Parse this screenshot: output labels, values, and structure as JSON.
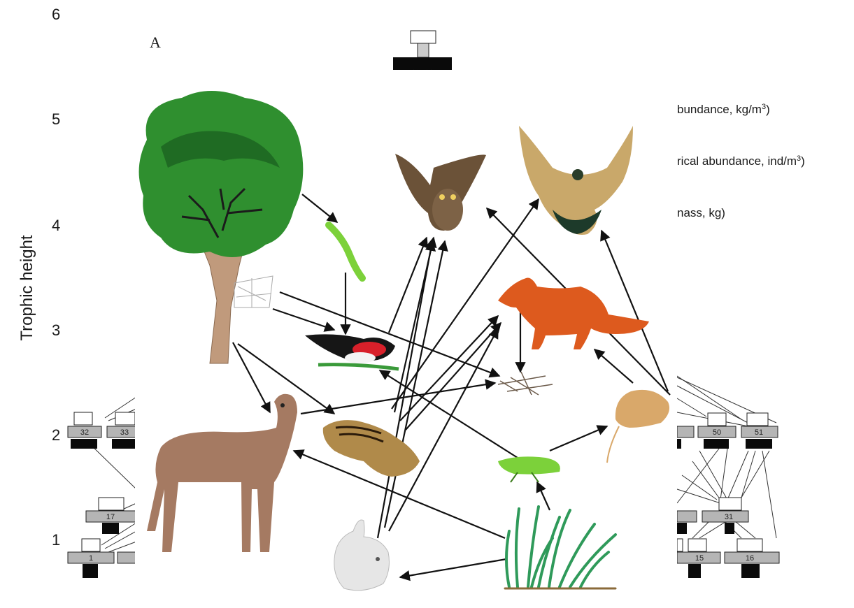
{
  "figure": {
    "panel_label": "A",
    "y_axis": {
      "label": "Trophic height",
      "ticks": [
        "1",
        "2",
        "3",
        "4",
        "5",
        "6"
      ]
    },
    "legend": [
      {
        "prefix": "bundance, kg/m",
        "sup": "3",
        "suffix": ")"
      },
      {
        "prefix": "rical abundance, ind/m",
        "sup": "3",
        "suffix": ")"
      },
      {
        "prefix": "nass, kg)",
        "sup": "",
        "suffix": ""
      }
    ],
    "node_labels": [
      "32",
      "33",
      "17",
      "1",
      "50",
      "51",
      "31",
      "15",
      "16"
    ]
  },
  "organisms": [
    {
      "id": "tree",
      "icon": "tree-icon"
    },
    {
      "id": "caterpillar",
      "icon": "caterpillar-icon"
    },
    {
      "id": "spider-web",
      "icon": "spider-web-icon"
    },
    {
      "id": "owl",
      "icon": "owl-icon"
    },
    {
      "id": "hawk",
      "icon": "hawk-icon"
    },
    {
      "id": "bird",
      "icon": "grosbeak-icon"
    },
    {
      "id": "fox",
      "icon": "fox-icon"
    },
    {
      "id": "detritus",
      "icon": "detritus-icon"
    },
    {
      "id": "deer",
      "icon": "deer-icon"
    },
    {
      "id": "chipmunk",
      "icon": "chipmunk-icon"
    },
    {
      "id": "grasshopper",
      "icon": "grasshopper-icon"
    },
    {
      "id": "mouse",
      "icon": "mouse-icon"
    },
    {
      "id": "rabbit",
      "icon": "rabbit-icon"
    },
    {
      "id": "grass",
      "icon": "grass-icon"
    }
  ],
  "colors": {
    "node_gray": "#b5b5b5",
    "node_black": "#0a0a0a",
    "tree_green": "#2f8f2f",
    "trunk": "#b58a6a",
    "owl": "#6b5238",
    "hawk": "#c9a86a",
    "fox": "#dd5a1e",
    "deer": "#a57a62",
    "grass": "#2f9a5a",
    "grasshopper": "#7cd13a"
  }
}
